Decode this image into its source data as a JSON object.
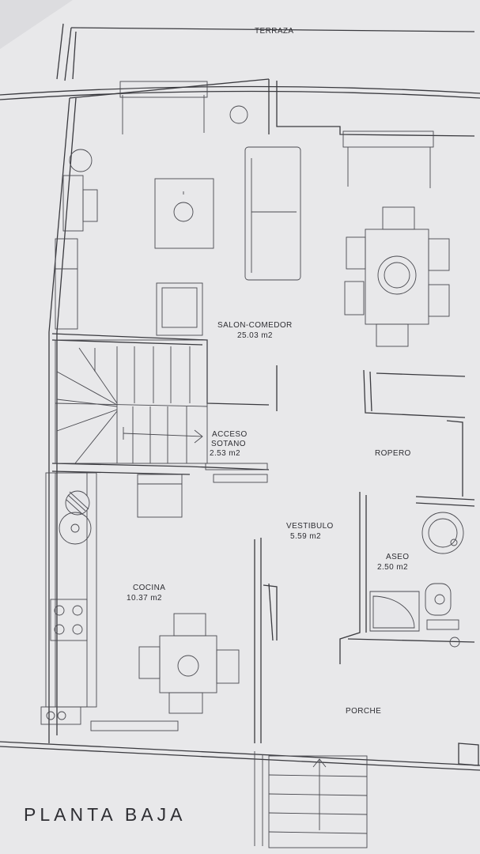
{
  "plan": {
    "title": "PLANTA BAJA",
    "rooms": {
      "terraza": "TERRAZA",
      "salon_name": "SALON-COMEDOR",
      "salon_area": "25.03 m2",
      "acceso_name_1": "ACCESO",
      "acceso_name_2": "SOTANO",
      "acceso_area": "2.53 m2",
      "ropero": "ROPERO",
      "vestibulo_name": "VESTIBULO",
      "vestibulo_area": "5.59 m2",
      "aseo_name": "ASEO",
      "aseo_area": "2.50 m2",
      "cocina_name": "COCINA",
      "cocina_area": "10.37 m2",
      "porche": "PORCHE"
    }
  },
  "colors": {
    "paper": "#e8e8ea",
    "ink": "#3a3a3f"
  }
}
